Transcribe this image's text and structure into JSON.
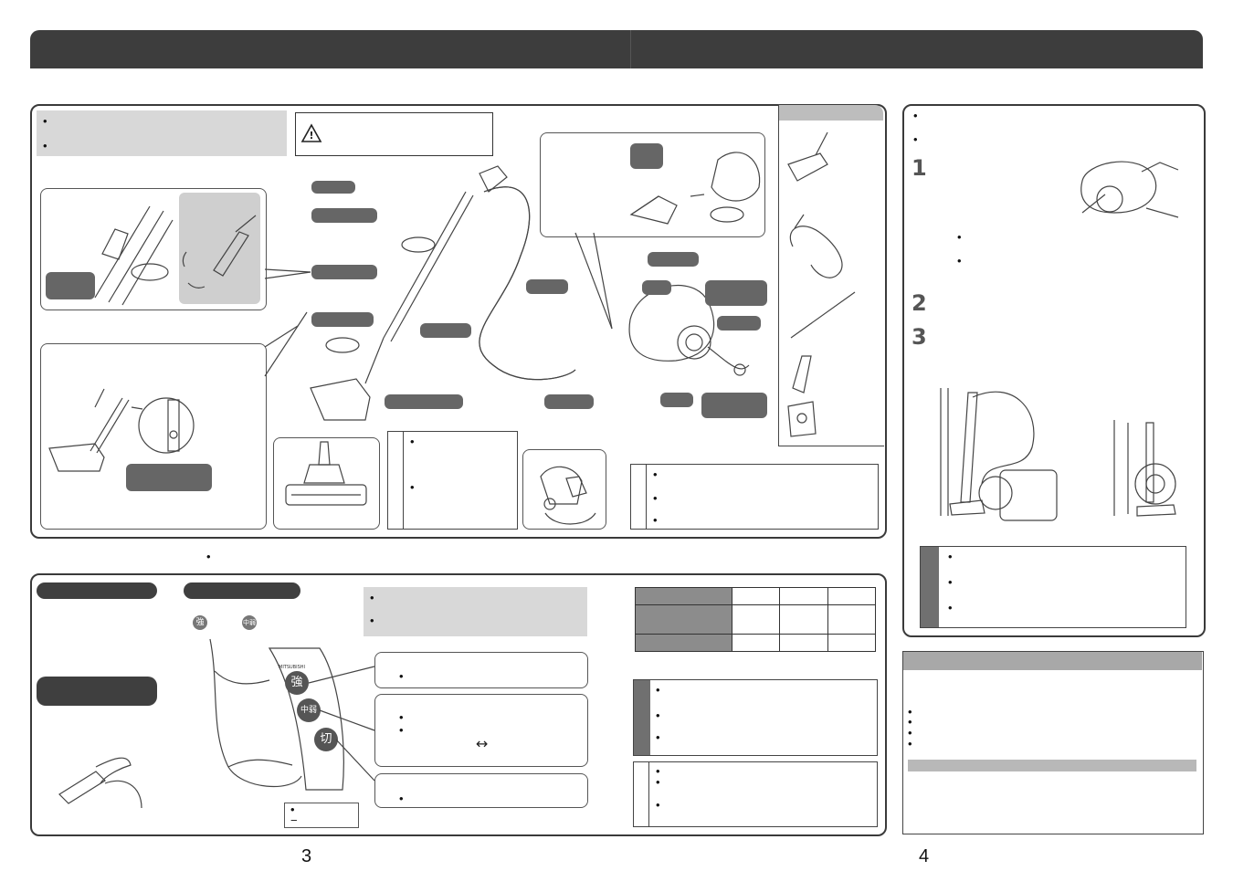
{
  "page_numbers": {
    "left": "3",
    "right": "4"
  },
  "steps": [
    "1",
    "2",
    "3"
  ],
  "bullet_glyph": "•",
  "minus_glyph": "−",
  "arrow_glyph": "↔",
  "warning_symbol": "!",
  "switch_labels": {
    "strong": "強",
    "medium": "中",
    "weak": "弱",
    "off": "切"
  },
  "handle_brand": "MITSUBISHI",
  "colors": {
    "header": "#3d3d3d",
    "label_pill": "#666666",
    "grey_box": "#d8d8d8"
  }
}
